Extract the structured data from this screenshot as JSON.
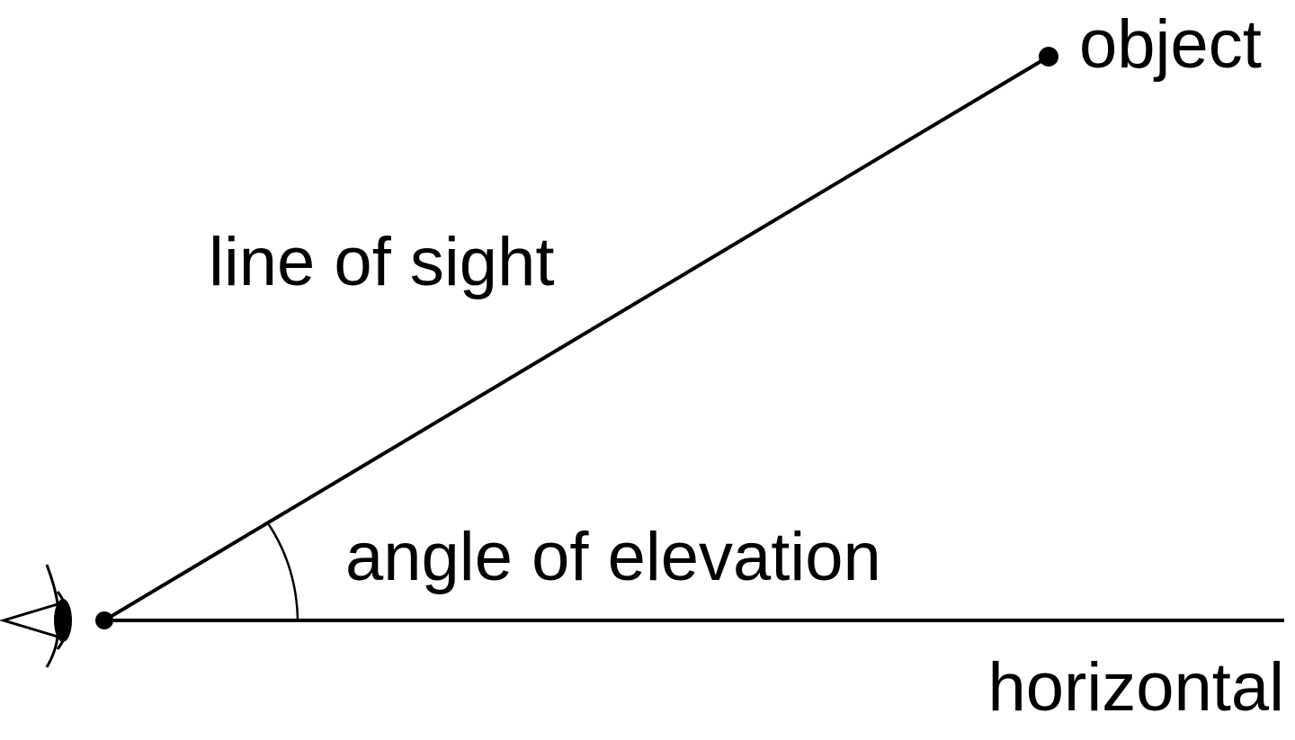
{
  "labels": {
    "object": "object",
    "line_of_sight": "line of sight",
    "angle": "angle of elevation",
    "horizontal": "horizontal"
  },
  "colors": {
    "line": "#000000",
    "background": "#ffffff"
  },
  "icons": {
    "observer": "eye-icon"
  }
}
